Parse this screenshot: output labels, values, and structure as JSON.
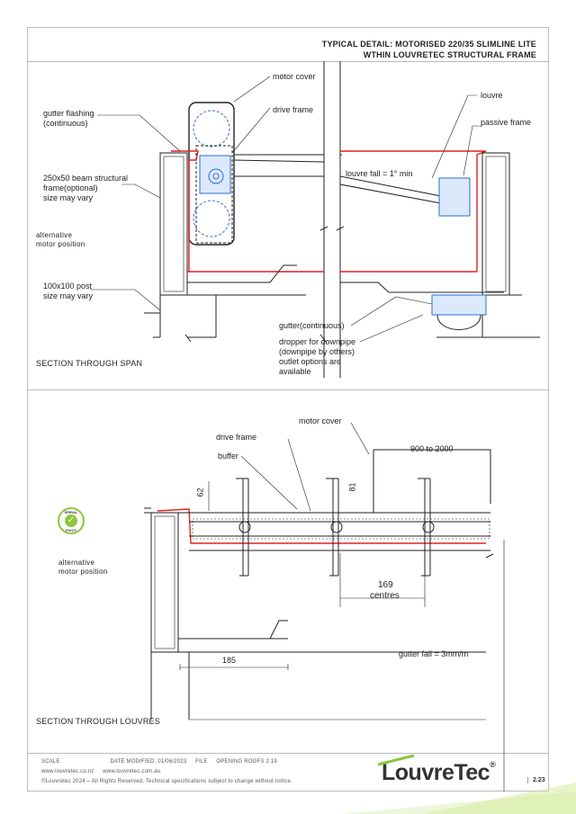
{
  "title": {
    "line1": "TYPICAL DETAIL: MOTORISED 220/35 SLIMLINE LITE",
    "line2": "WTHIN LOUVRETEC STRUCTURAL FRAME"
  },
  "span_section": {
    "heading": "SECTION THROUGH SPAN",
    "labels": {
      "motor_cover": "motor cover",
      "drive_frame": "drive frame",
      "louvre": "louvre",
      "passive_frame": "passive frame",
      "gutter_flashing": "gutter flashing\n(continuous)",
      "beam": "250x50 beam structural\nframe(optional)\nsize may vary",
      "alt_motor": "alternative\nmotor position",
      "post": "100x100 post\nsize may vary",
      "louvre_fall": "louvre fall = 1° min",
      "gutter": "gutter(continuous)",
      "dropper": "dropper for downpipe\n(downpipe by others)\noutlet options are\navailable"
    }
  },
  "louvre_section": {
    "heading": "SECTION THROUGH LOUVRES",
    "labels": {
      "motor_cover": "motor cover",
      "drive_frame": "drive frame",
      "buffer": "buffer",
      "spacing_range": "900 to 2000",
      "dim_62": "62",
      "dim_81": "81",
      "centres_value": "169",
      "centres_label": "centres",
      "alt_motor": "alternative\nmotor position",
      "gutter_fall": "gutter fall = 3mm/m",
      "dim_185": "185"
    }
  },
  "badge": {
    "top": "SPIRAL",
    "bottom": "PIVOT",
    "glyph": "✓"
  },
  "footer": {
    "scale_label": "SCALE",
    "date_modified": "DATE MODIFIED: 01/06/2023",
    "file_label": "FILE",
    "file_name": "OPENING ROOFS 2.19",
    "url_nz": "www.louvretec.co.nz",
    "url_au": "www.louvretec.com.au",
    "copyright": "©Louvretec 2024 – All Rights Reserved. Technical specifications subject to change without notice.",
    "brand_name": "LouvreTec",
    "brand_mark": "®",
    "page_number": "2.23"
  },
  "colors": {
    "flashing_red": "#e02020",
    "motor_blue": "#2a6fd6",
    "brand_green": "#8cc63f",
    "line": "#222222"
  }
}
